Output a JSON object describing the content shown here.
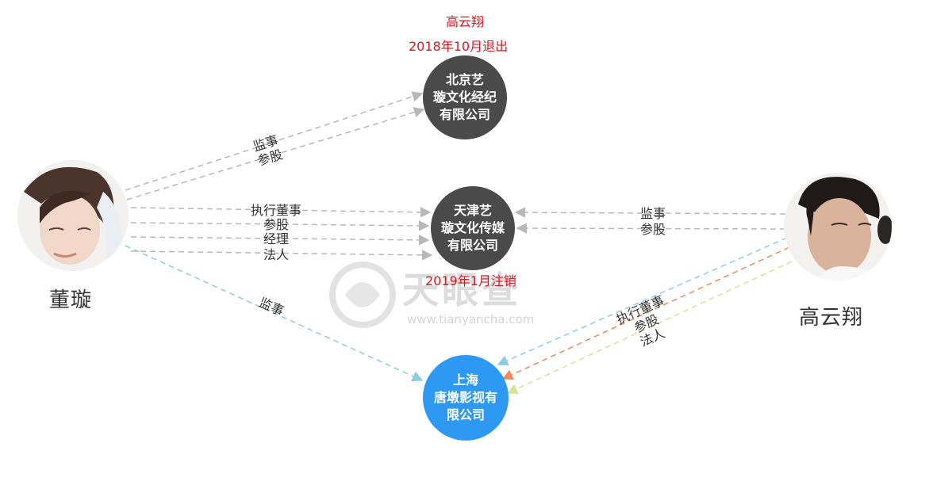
{
  "company_top": {
    "name_lines": [
      "北京艺",
      "璇文化经纪",
      "有限公司"
    ],
    "note_name": "高云翔",
    "note_status": "2018年10月退出"
  },
  "company_middle": {
    "name_lines": [
      "天津艺",
      "璇文化传媒",
      "有限公司"
    ],
    "note_status": "2019年1月注销"
  },
  "company_bottom": {
    "name_lines": [
      "上海",
      "唐墩影视有",
      "限公司"
    ]
  },
  "person_left": {
    "name": "董璇"
  },
  "person_right": {
    "name": "高云翔"
  },
  "edges": {
    "left_to_top": [
      "监事",
      "参股"
    ],
    "left_to_middle": [
      "执行董事",
      "参股",
      "经理",
      "法人"
    ],
    "left_to_bottom": [
      "监事"
    ],
    "right_to_middle": [
      "监事",
      "参股"
    ],
    "right_to_bottom": [
      "执行董事",
      "参股",
      "法人"
    ]
  },
  "watermark": {
    "brand": "天眼查",
    "url": "www.tianyancha.com"
  },
  "colors": {
    "company_dark": "#4a4a4a",
    "company_blue": "#2e99f3",
    "note_red": "#e8101b",
    "edge_gray": "#b8b8b8",
    "edge_blue": "#8fcbe6",
    "edge_orange": "#f08a5d",
    "edge_yellow": "#d6e39a"
  }
}
